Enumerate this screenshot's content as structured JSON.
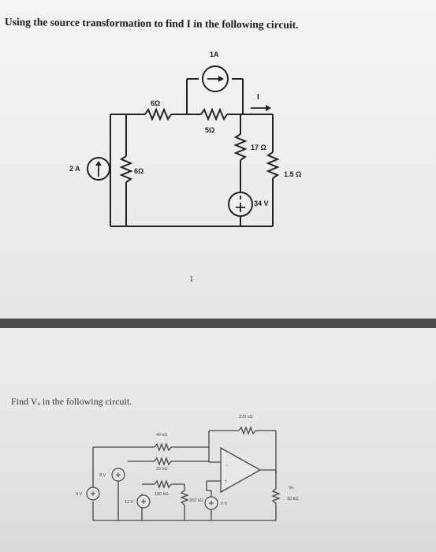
{
  "problem1": {
    "heading": "Using the source transformation to find I in the following circuit.",
    "page_number": "1",
    "labels": {
      "current_source_top": "1A",
      "current_I": "I",
      "r_6_top": "6Ω",
      "r_5": "5Ω",
      "r_17": "17 Ω",
      "current_source_left": "2 A",
      "r_6_left": "6Ω",
      "r_1_5": "1.5 Ω",
      "voltage_34": "34 V"
    }
  },
  "problem2": {
    "heading": "Find Vₒ in the following circuit.",
    "labels": {
      "r_220k": "220 kΩ",
      "r_40k": "40 kΩ",
      "r_22k": "22 kΩ",
      "r_100k": "100 kΩ",
      "v_8": "8 V",
      "v_4": "4 V",
      "v_12": "12 V",
      "r_352k": "352 kΩ",
      "v_9": "9 V",
      "vo": "Vo",
      "r_10k": "10 kΩ"
    }
  }
}
